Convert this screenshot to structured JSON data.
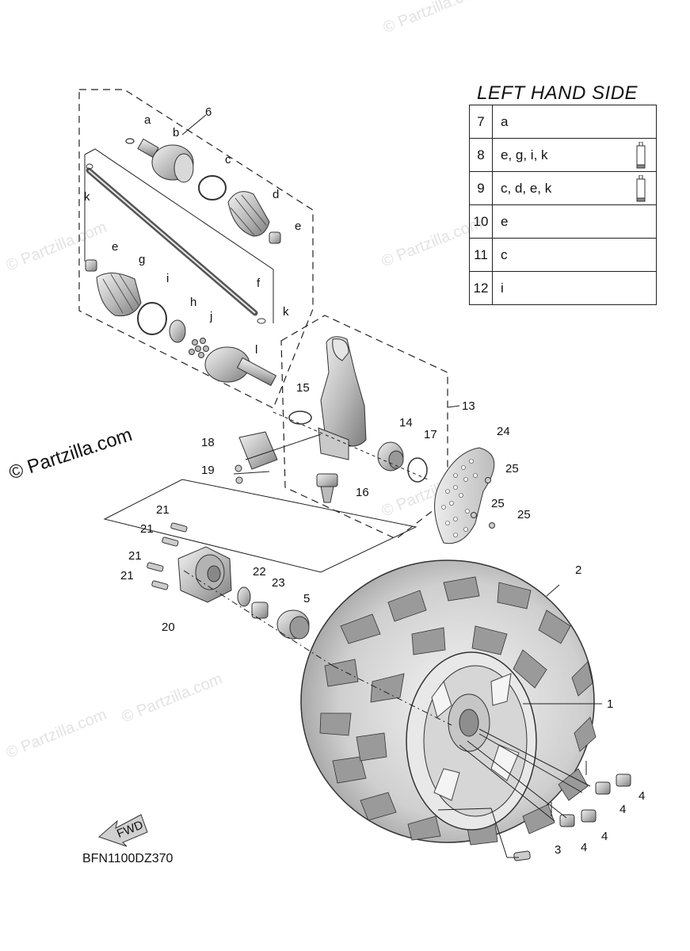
{
  "watermarks": [
    "© Partzilla.com",
    "© Partzilla.com",
    "© Partzilla.com",
    "© Partzilla.com",
    "© Partzilla.com",
    "© Partzilla.com"
  ],
  "main_watermark": "© Partzilla.com",
  "left_hand_side": {
    "title": "LEFT HAND SIDE",
    "rows": [
      {
        "num": "7",
        "value": "a",
        "tube": false
      },
      {
        "num": "8",
        "value": "e, g, i, k",
        "tube": true
      },
      {
        "num": "9",
        "value": "c, d, e, k",
        "tube": true
      },
      {
        "num": "10",
        "value": "e",
        "tube": false
      },
      {
        "num": "11",
        "value": "c",
        "tube": false
      },
      {
        "num": "12",
        "value": "i",
        "tube": false
      }
    ]
  },
  "callouts": {
    "n1": "1",
    "n2": "2",
    "n3": "3",
    "n4a": "4",
    "n4b": "4",
    "n4c": "4",
    "n4d": "4",
    "n5": "5",
    "n6": "6",
    "n13": "13",
    "n14": "14",
    "n15": "15",
    "n16": "16",
    "n17": "17",
    "n18": "18",
    "n19": "19",
    "n20": "20",
    "n21a": "21",
    "n21b": "21",
    "n21c": "21",
    "n21d": "21",
    "n22": "22",
    "n23": "23",
    "n24": "24",
    "n25a": "25",
    "n25b": "25",
    "n25c": "25",
    "la": "a",
    "lb": "b",
    "lc": "c",
    "ld": "d",
    "le1": "e",
    "le2": "e",
    "lf": "f",
    "lg": "g",
    "lh": "h",
    "li": "i",
    "lj": "j",
    "lk1": "k",
    "lk2": "k",
    "ll": "l"
  },
  "fwd_label": "FWD",
  "diagram_code": "BFN1100DZ370"
}
